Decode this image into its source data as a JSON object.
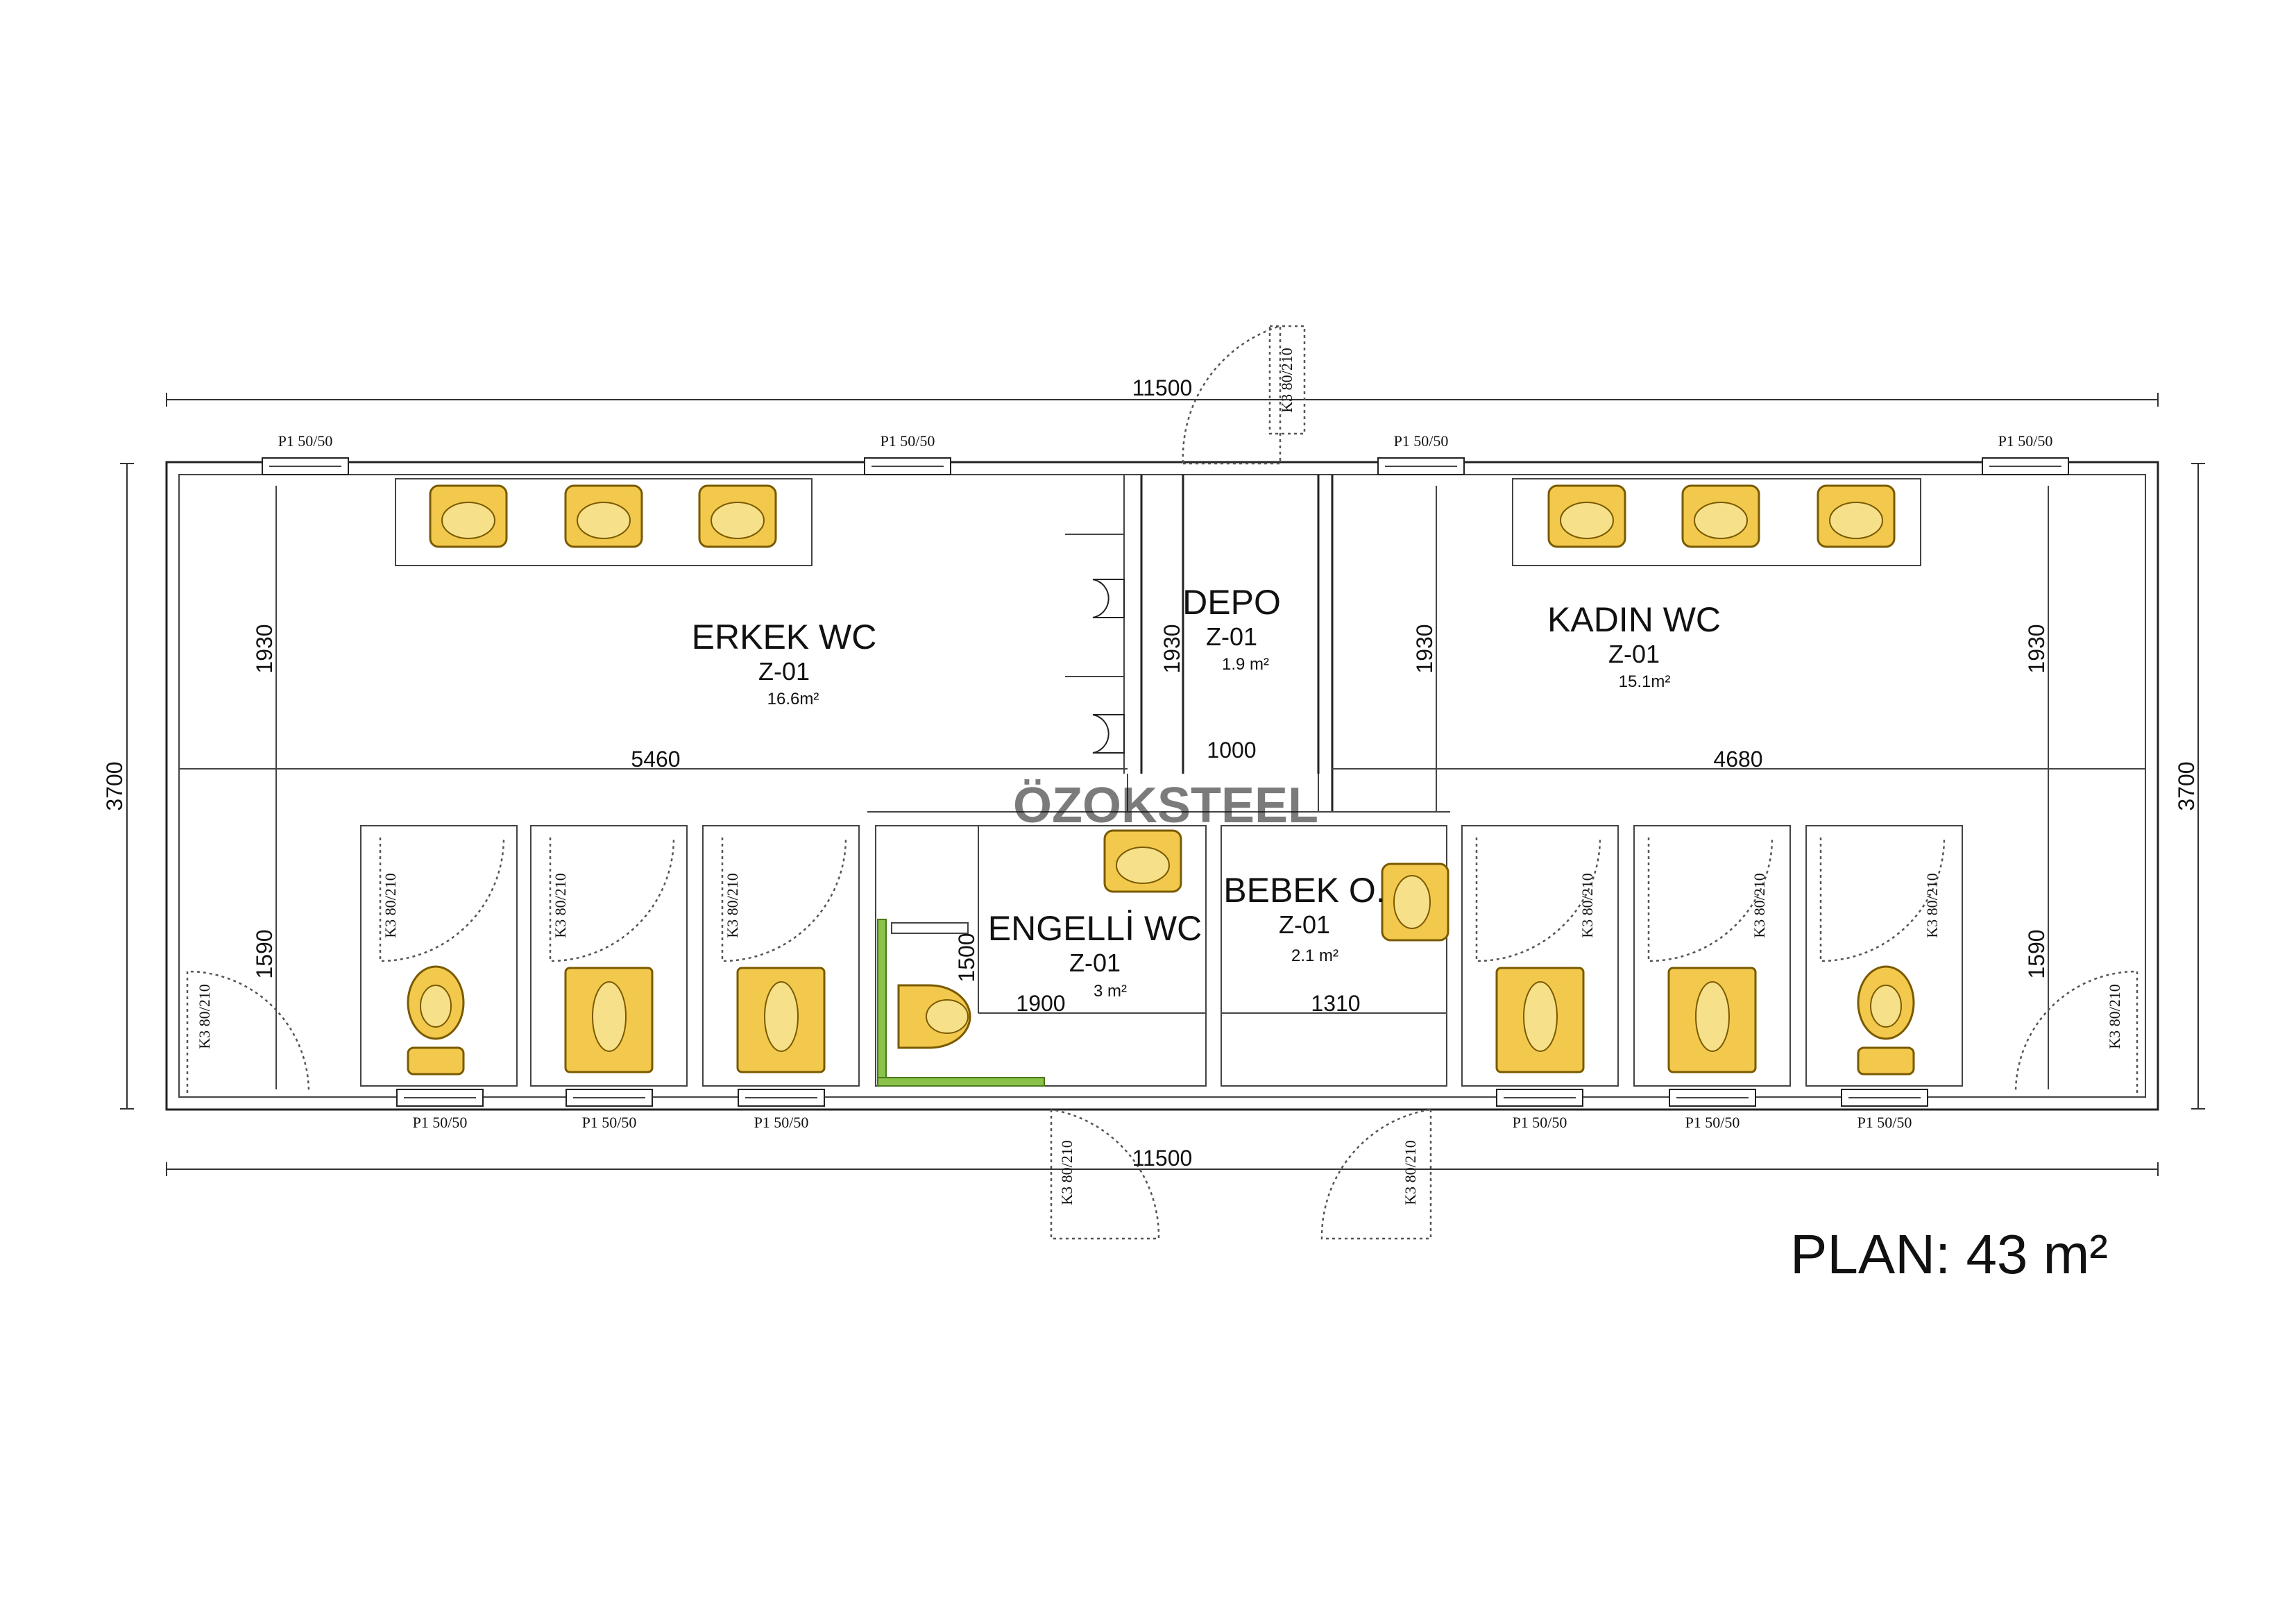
{
  "title": "PLAN: 43 m²",
  "rooms": {
    "erkek": {
      "name": "ERKEK WC",
      "code": "Z-01",
      "area": "16.6m²"
    },
    "depo": {
      "name": "DEPO",
      "code": "Z-01",
      "area": "1.9 m²"
    },
    "kadin": {
      "name": "KADIN WC",
      "code": "Z-01",
      "area": "15.1m²"
    },
    "engelli": {
      "name": "ENGELLİ WC",
      "code": "Z-01",
      "area": "3  m²"
    },
    "bebek": {
      "name": "BEBEK O.",
      "code": "Z-01",
      "area": "2.1 m²"
    }
  },
  "dimensions": {
    "overall_top": "11500",
    "overall_bottom": "11500",
    "height_left": "3700",
    "height_right": "3700",
    "erkek_upper": "1930",
    "depo_upper": "1930",
    "kadin_upper_left": "1930",
    "kadin_upper_right": "1930",
    "corridor_left": "5460",
    "depo_width": "1000",
    "corridor_right": "4680",
    "lower_left": "1590",
    "lower_right": "1590",
    "engelli_depth": "1500",
    "engelli_width": "1900",
    "bebek_width": "1310"
  },
  "windows": {
    "top_1": "P1 50/50",
    "top_2": "P1 50/50",
    "top_3": "P1 50/50",
    "top_4": "P1 50/50",
    "bottom_1": "P1 50/50",
    "bottom_2": "P1 50/50",
    "bottom_3": "P1 50/50",
    "bottom_4": "P1 50/50",
    "bottom_5": "P1 50/50",
    "bottom_6": "P1 50/50"
  },
  "doors": {
    "main_top": "K3 80/210",
    "cubicle_1": "K3 80/210",
    "cubicle_2": "K3 80/210",
    "cubicle_3": "K3 80/210",
    "cubicle_4": "K3 80/210",
    "cubicle_5": "K3 80/210",
    "cubicle_6": "K3 80/210",
    "side_left": "K3 80/210",
    "side_right": "K3 80/210",
    "engelli_entry": "K3 80/210",
    "bebek_entry": "K3 80/210"
  },
  "logo": "ÖZOKSTEEL",
  "colors": {
    "fixture": "#f2c94c",
    "grab_bar": "#8bc34a"
  }
}
